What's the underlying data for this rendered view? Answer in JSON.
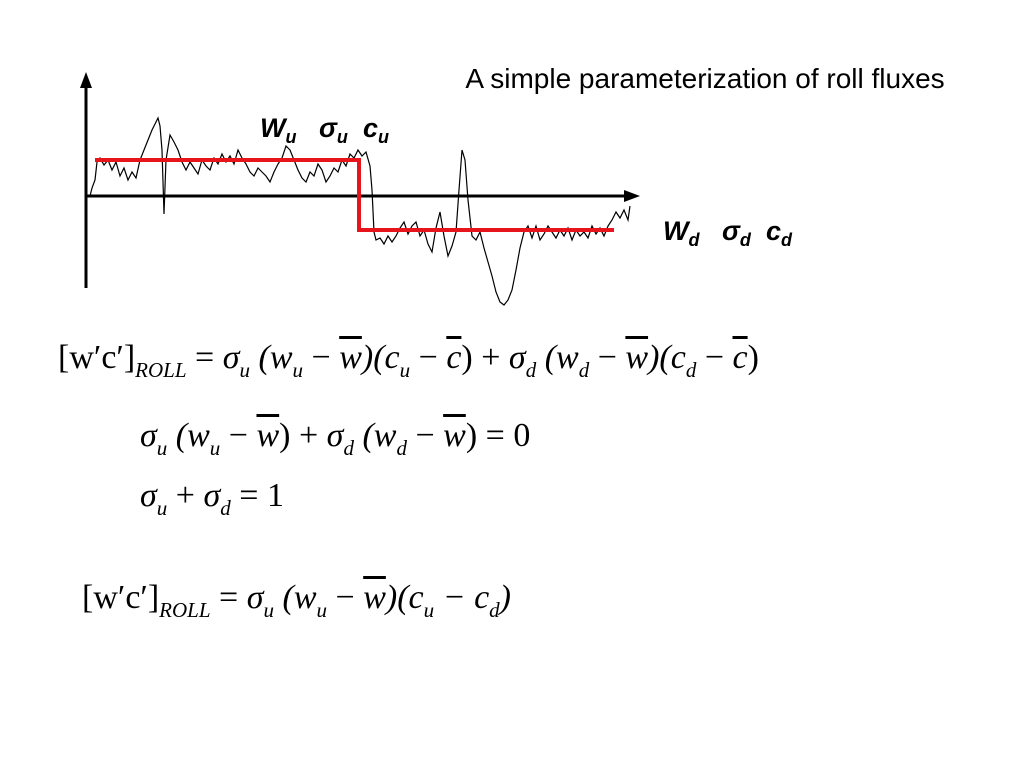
{
  "title": "A simple parameterization of roll fluxes",
  "colors": {
    "step_line": "#e8141b",
    "axes": "#000000",
    "signal": "#000000"
  },
  "labels": {
    "updraft": {
      "w": "W",
      "w_sub": "u",
      "sigma": "σ",
      "sigma_sub": "u",
      "c": "c",
      "c_sub": "u"
    },
    "downdraft": {
      "w": "W",
      "w_sub": "d",
      "sigma": "σ",
      "sigma_sub": "d",
      "c": "c",
      "c_sub": "d"
    }
  },
  "equations": {
    "eq1": {
      "lhs": "[w′c′]",
      "lhs_sub": "ROLL",
      "eq": " = ",
      "s1": "σ",
      "s1_sub": "u",
      "t1a": " (w",
      "t1a_sub": "u",
      "t1b": " − ",
      "wbar1": "w",
      "t1c": ")(c",
      "t1c_sub": "u",
      "t1d": " − ",
      "cbar1": "c",
      "t1e": ") + ",
      "s2": "σ",
      "s2_sub": "d",
      "t2a": " (w",
      "t2a_sub": "d",
      "t2b": " − ",
      "wbar2": "w",
      "t2c": ")(c",
      "t2c_sub": "d",
      "t2d": " − ",
      "cbar2": "c",
      "t2e": ")"
    },
    "eq2": {
      "s1": "σ",
      "s1_sub": "u",
      "a1": " (w",
      "a1_sub": "u",
      "a2": " − ",
      "wbar1": "w",
      "a3": ") + ",
      "s2": "σ",
      "s2_sub": "d",
      "b1": " (w",
      "b1_sub": "d",
      "b2": " − ",
      "wbar2": "w",
      "b3": ") = ",
      "rhs": "0"
    },
    "eq3": {
      "s1": "σ",
      "s1_sub": "u",
      "plus": " + ",
      "s2": "σ",
      "s2_sub": "d",
      "eq": " = ",
      "rhs": "1"
    },
    "eq4": {
      "lhs": "[w′c′]",
      "lhs_sub": "ROLL",
      "eq": " = ",
      "s1": "σ",
      "s1_sub": "u",
      "a1": " (w",
      "a1_sub": "u",
      "a2": " − ",
      "wbar": "w",
      "a3": ")(c",
      "a3_sub": "u",
      "a4": " − c",
      "a4_sub": "d",
      "a5": ")"
    }
  }
}
